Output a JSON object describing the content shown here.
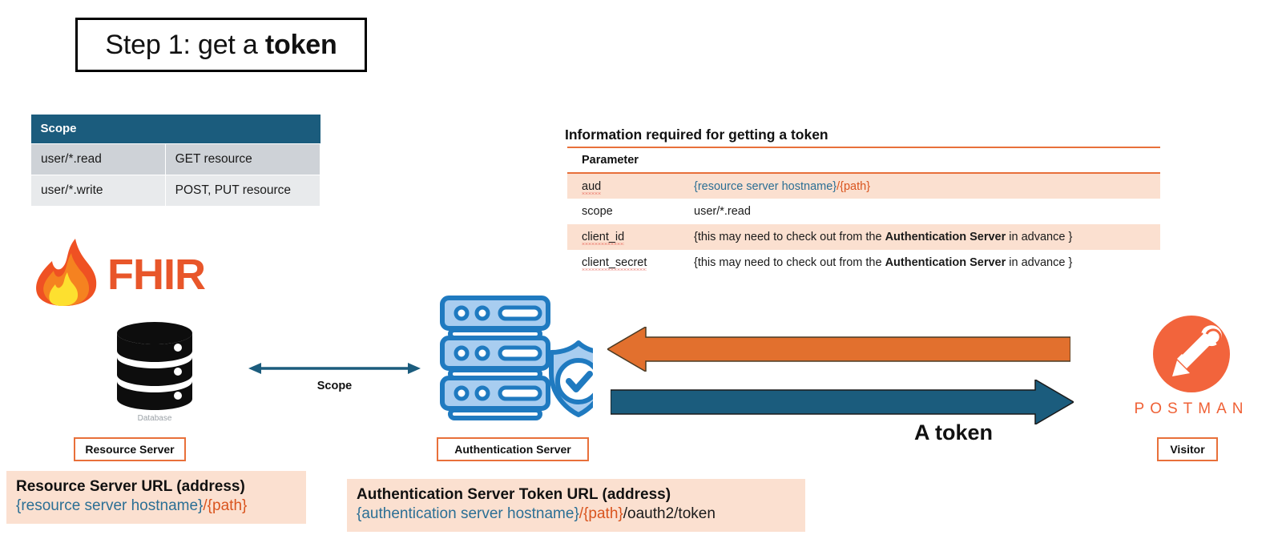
{
  "title": {
    "prefix": "Step 1: get a ",
    "emphasis": "token"
  },
  "scope_table": {
    "headers": [
      "Scope",
      ""
    ],
    "rows": [
      [
        "user/*.read",
        "GET resource"
      ],
      [
        "user/*.write",
        "POST, PUT resource"
      ]
    ]
  },
  "info_table": {
    "title": "Information required for getting a token",
    "headers": [
      "Parameter",
      ""
    ],
    "rows": [
      {
        "parameter": "aud",
        "misspelled": true,
        "value_parts": [
          {
            "text": "{resource server hostname}",
            "color": "blue"
          },
          {
            "text": "/{path}",
            "color": "orange"
          }
        ]
      },
      {
        "parameter": "scope",
        "misspelled": false,
        "value_parts": [
          {
            "text": "user/*.read",
            "color": "dark"
          }
        ]
      },
      {
        "parameter": "client_id",
        "misspelled": true,
        "value_parts": [
          {
            "text": "{this may need to check out from the ",
            "color": "dark"
          },
          {
            "text": "Authentication Server",
            "color": "dark",
            "bold": true
          },
          {
            "text": " in advance }",
            "color": "dark"
          }
        ]
      },
      {
        "parameter": "client_secret",
        "misspelled": true,
        "value_parts": [
          {
            "text": "{this may need to check out from the ",
            "color": "dark"
          },
          {
            "text": "Authentication Server",
            "color": "dark",
            "bold": true
          },
          {
            "text": " in advance }",
            "color": "dark"
          }
        ]
      }
    ]
  },
  "diagram": {
    "fhir_wordmark": "FHIR",
    "database_caption": "Database",
    "postman_wordmark": "POSTMAN",
    "nodes": {
      "resource_server": "Resource Server",
      "authentication_server": "Authentication Server",
      "visitor": "Visitor"
    },
    "connectors": {
      "scope_label": "Scope",
      "token_label": "A token"
    }
  },
  "callouts": {
    "resource_url": {
      "heading": "Resource Server URL (address)",
      "parts": [
        {
          "text": "{resource server hostname}",
          "color": "blue"
        },
        {
          "text": "/{path}",
          "color": "orange"
        }
      ]
    },
    "auth_url": {
      "heading": "Authentication Server Token URL (address)",
      "parts": [
        {
          "text": "{authentication server hostname}",
          "color": "blue"
        },
        {
          "text": "/{path}",
          "color": "orange"
        },
        {
          "text": "/oauth2/token",
          "color": "dark"
        }
      ]
    }
  },
  "colors": {
    "header_teal": "#1b5c7d",
    "accent_orange": "#e8703a",
    "shade_peach": "#fbe0d0",
    "fhir_orange": "#e8562a",
    "postman_orange": "#ef6136",
    "arrow_orange": "#e2702e",
    "arrow_blue": "#1b5c7d",
    "server_blue": "#2b7fc6"
  }
}
